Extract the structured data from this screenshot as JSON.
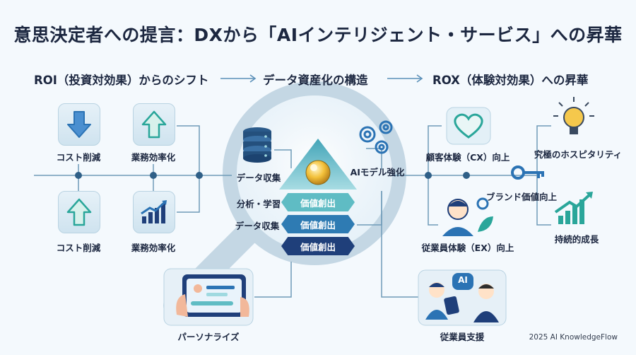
{
  "title": "意思決定者への提言：DXから「AIインテリジェント・サービス」への昇華",
  "sections": {
    "roi": "ROI（投資対効果）からのシフト",
    "structure": "データ資産化の構造",
    "rox": "ROX（体験対効果）への昇華"
  },
  "left_items": {
    "cost_reduction_top": "コスト削減",
    "efficiency_top": "業務効率化",
    "cost_reduction_bottom": "コスト削減",
    "efficiency_bottom": "業務効率化",
    "personalize": "パーソナライズ"
  },
  "center_items": {
    "data_collection_top": "データ収集",
    "analysis_learning": "分析・学習",
    "data_collection_bottom": "データ収集",
    "ai_model": "AIモデル強化",
    "value_steps": [
      "価値創出",
      "価値創出",
      "価値創出"
    ]
  },
  "right_items": {
    "cx": "顧客体験（CX）向上",
    "ex": "従業員体験（EX）向上",
    "brand": "ブランド価値向上",
    "hospitality": "究極のホスピタリティ",
    "growth": "持続的成長",
    "support": "従業員支援",
    "ai_badge": "AI"
  },
  "icons": {
    "arrow_down": "arrow-down-icon",
    "arrow_up": "arrow-up-icon",
    "chart": "bar-chart-icon",
    "database": "database-icon",
    "gears": "gears-icon",
    "heart": "heart-icon",
    "key": "key-icon",
    "bulb": "lightbulb-icon",
    "growth": "growth-chart-icon",
    "magnifier": "magnifying-glass-icon"
  },
  "colors": {
    "title": "#1c2740",
    "line": "#6f9bb8",
    "node": "#2f5f87",
    "step1": "#5fbcc4",
    "step2": "#2e7bb3",
    "step3": "#1f3f7a",
    "arrow_dark": "#2b73b4",
    "arrow_green": "#2aa69a"
  },
  "credit": "2025 AI KnowledgeFlow"
}
